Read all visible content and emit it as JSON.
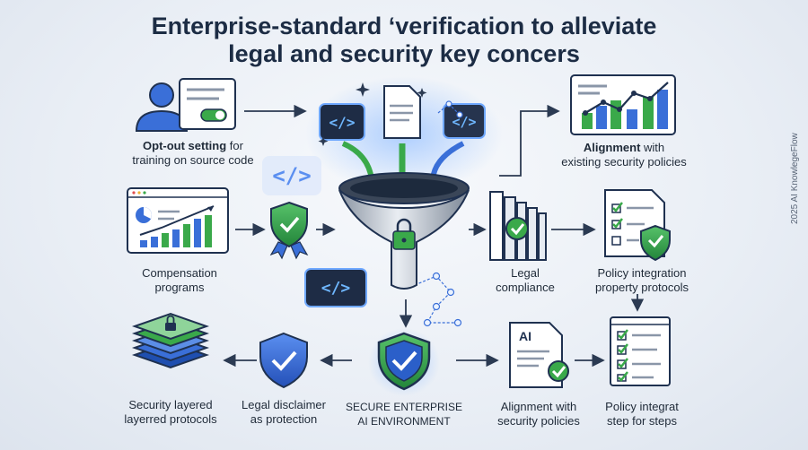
{
  "title": {
    "line1": "Enterprise-standard ‘verification to alleviate",
    "line2": "legal and security key concers"
  },
  "nodes": {
    "opt_out": {
      "bold": "Opt-out setting",
      "rest": " for",
      "line2": "training on source code"
    },
    "alignment_top": {
      "bold": "Alignment",
      "rest": " with",
      "line2": "existing security policies"
    },
    "compensation": {
      "line1": "Compensation",
      "line2": "programs"
    },
    "legal_compliance": {
      "line1": "Legal",
      "line2": "compliance"
    },
    "policy_integration": {
      "line1": "Policy integration",
      "line2": "property protocols"
    },
    "security_layered": {
      "line1": "Security layered",
      "line2": "layerred protocols"
    },
    "legal_disclaimer": {
      "line1": "Legal disclaimer",
      "line2": "as protection"
    },
    "secure_env": {
      "line1": "SECURE ENTERPRISE",
      "line2": "AI ENVIRONMENT"
    },
    "alignment_bottom": {
      "line1": "Alignment with",
      "line2": "security policies"
    },
    "policy_steps": {
      "line1": "Policy integrat",
      "line2": "step for steps"
    }
  },
  "doc_badge": "AI",
  "code_glyph": "</>",
  "credit": "2025 AI KnowlegeFlow",
  "colors": {
    "green": "#3aa94a",
    "blue": "#3a6fd8",
    "navy": "#1f3150",
    "glow": "#7fb0ff"
  }
}
